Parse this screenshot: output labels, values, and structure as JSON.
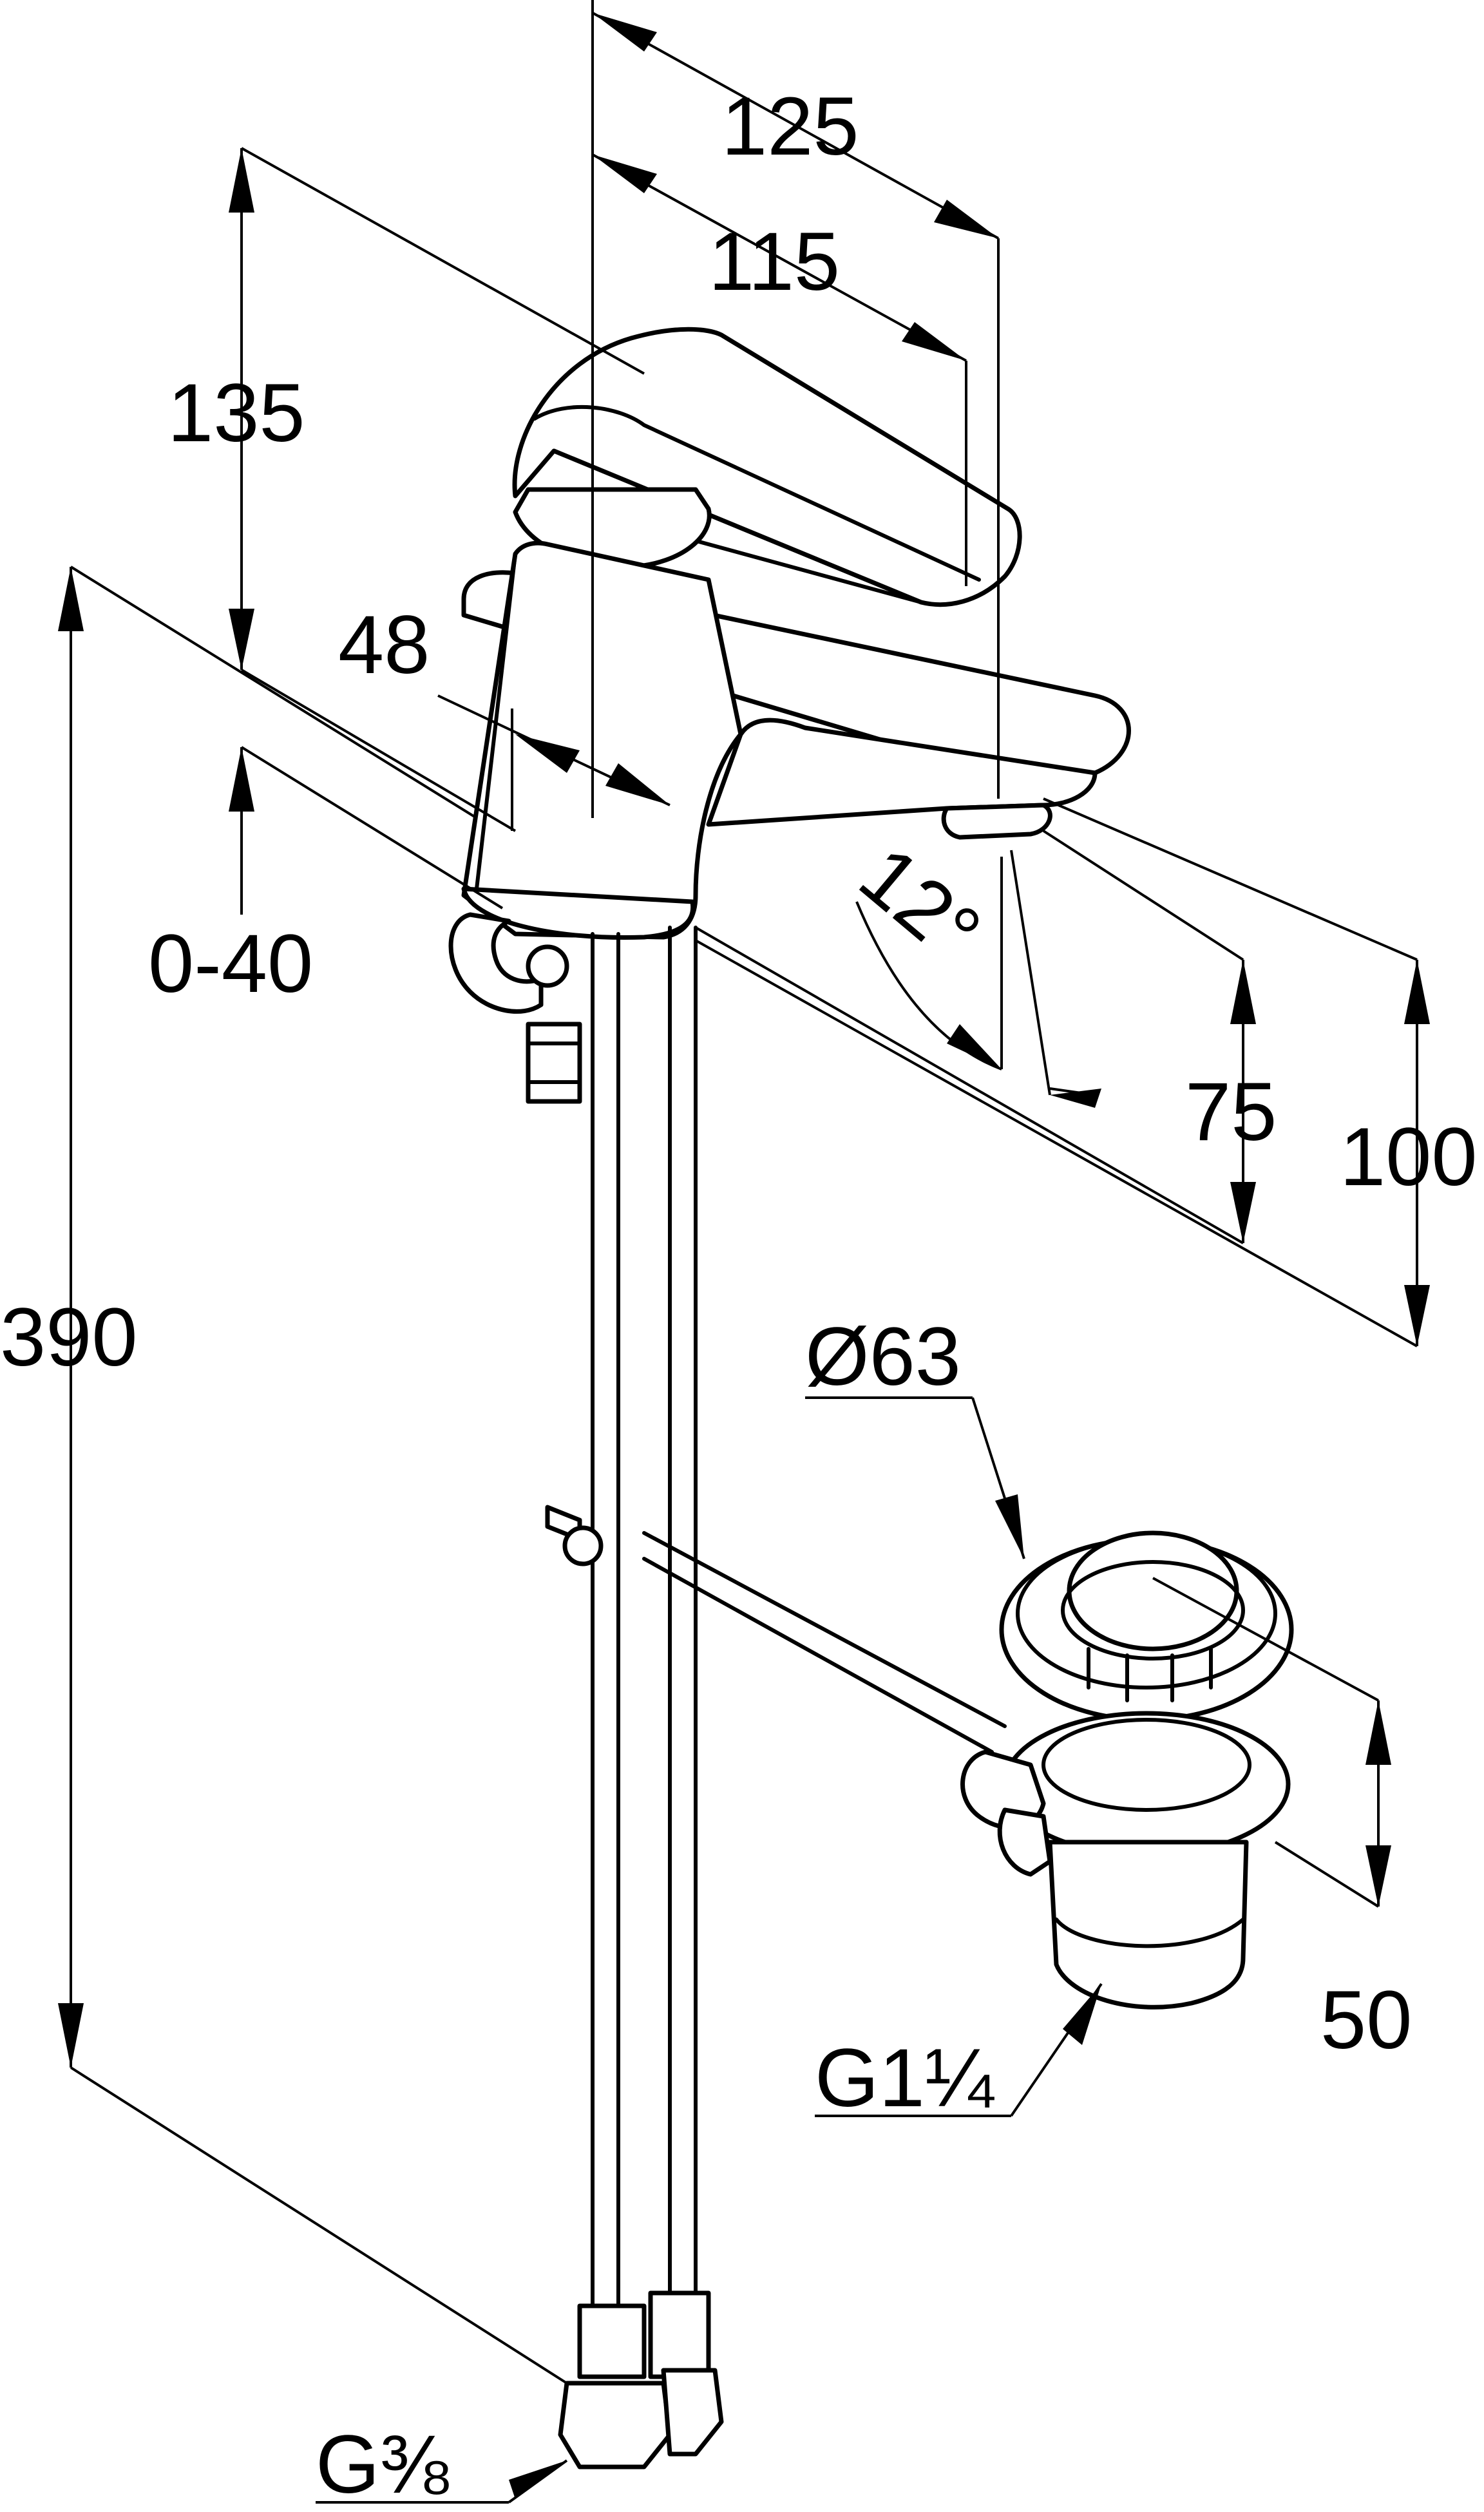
{
  "dimensions": {
    "width_outer": "125",
    "width_spout": "115",
    "height_lever": "135",
    "clearance": "48",
    "pop_up_range": "0-40",
    "total_length": "390",
    "outlet_height": "75",
    "spout_height": "100",
    "angle": "12°"
  },
  "waste": {
    "diameter": "Ø63",
    "height": "50",
    "thread": "G1¼"
  },
  "connection": {
    "thread": "G⅜"
  }
}
